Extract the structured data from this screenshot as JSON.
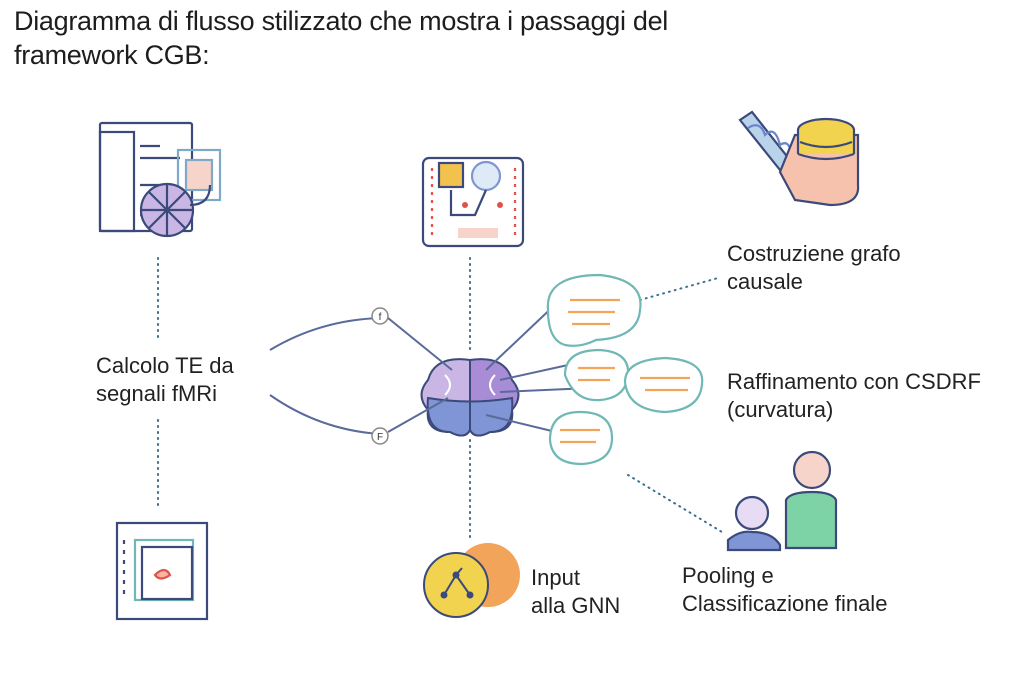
{
  "title": "Diagramma di flusso stilizzato che mostra i passaggi del framework CGB:",
  "labels": {
    "te_calc": [
      "Calcolo TE da",
      "segnali fMRi"
    ],
    "causal_graph": [
      "Costruziene grafo",
      "causale"
    ],
    "csdrf": [
      "Raffinamento con CSDRF",
      "(curvatura)"
    ],
    "gnn_input": [
      "Input",
      "alla GNN"
    ],
    "pooling": [
      "Pooling e",
      "Classificazione finale"
    ]
  },
  "nodes": {
    "small_left_top": "f",
    "small_left_bottom": "F"
  },
  "colors": {
    "navy": "#3b4a7a",
    "lavender": "#c9b6e4",
    "purple": "#a98cd6",
    "blue": "#7f95d6",
    "teal": "#6fb8b6",
    "orange": "#f2a55a",
    "yellow": "#f2d34f",
    "pink": "#f5b7a2",
    "green": "#7ed3a6",
    "red": "#e0524a",
    "dotted": "#3c6f8c"
  }
}
